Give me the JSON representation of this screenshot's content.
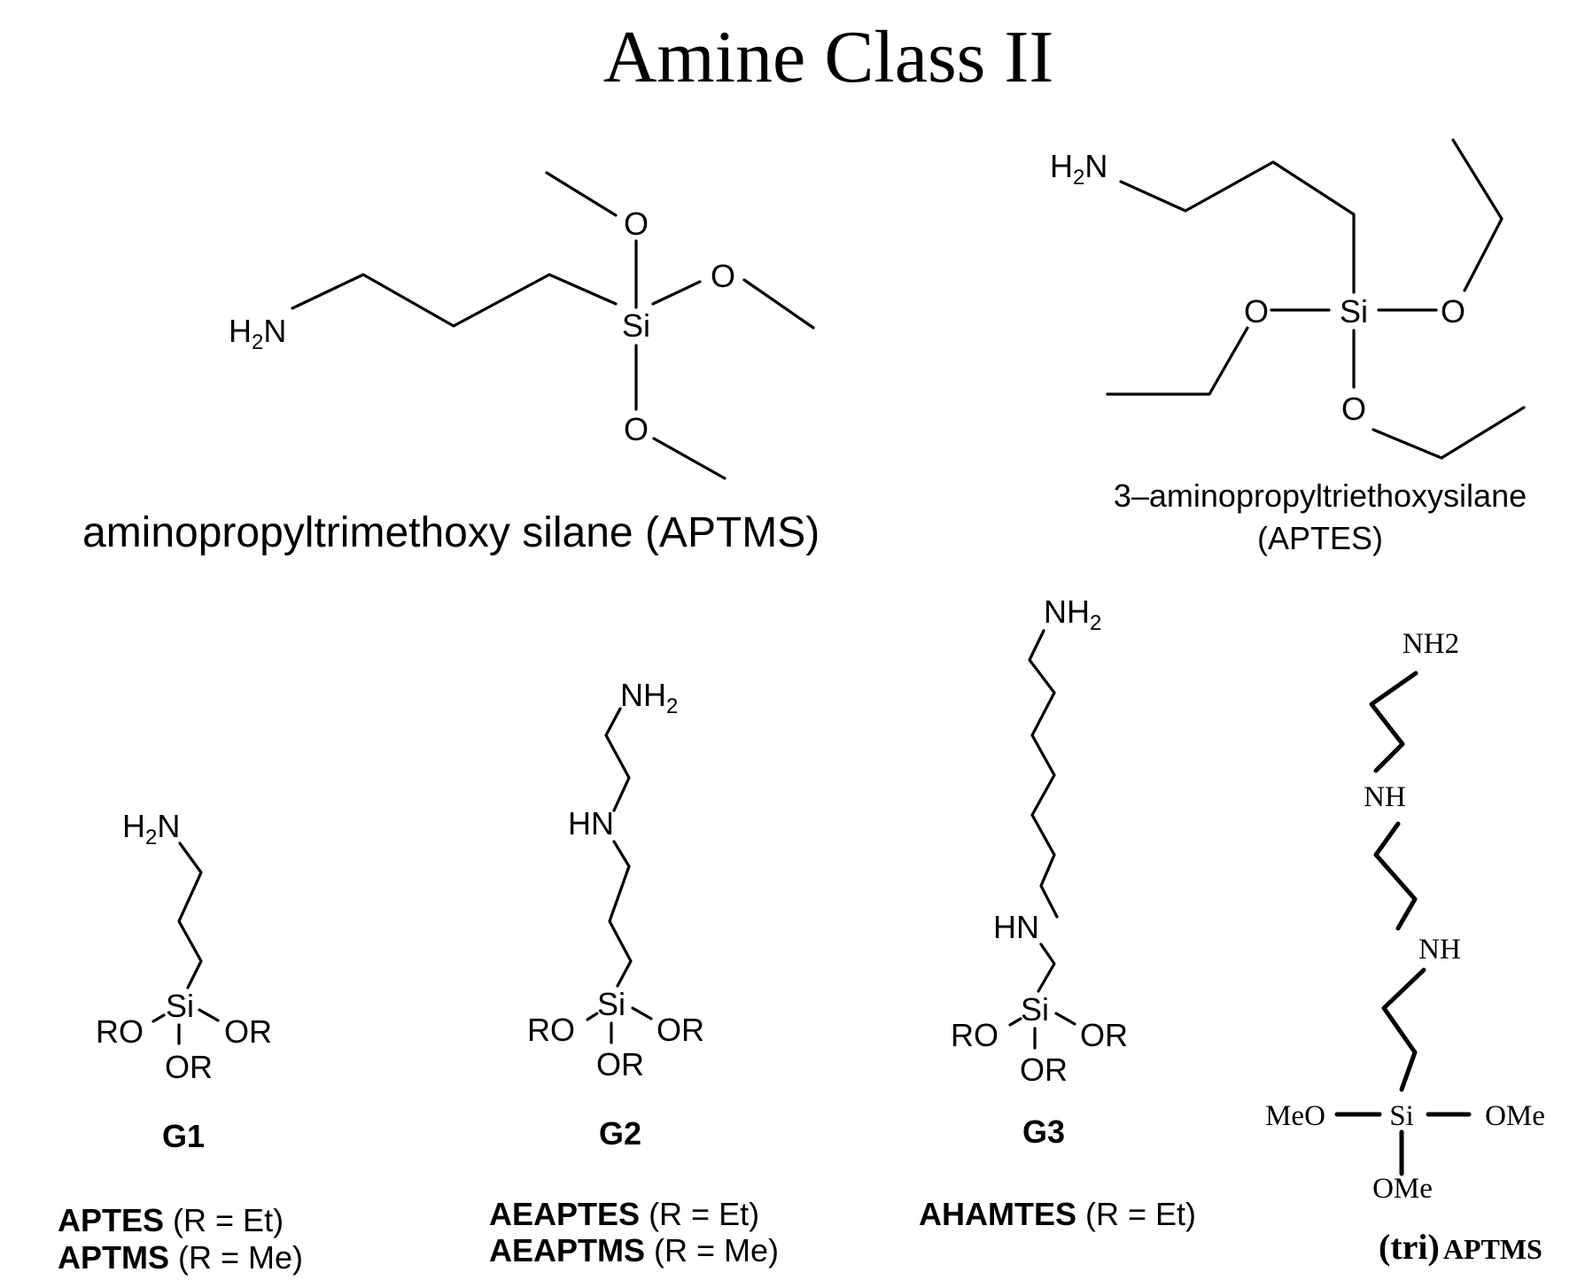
{
  "title": "Amine Class II",
  "atoms": {
    "h2n_h": "H",
    "h2n_sub": "2",
    "h2n_n": "N",
    "nh2_nh": "NH",
    "nh2_sub": "2",
    "hn": "HN",
    "si": "Si",
    "o": "O",
    "ro": "RO",
    "or": "OR",
    "nh2_text": "NH2",
    "nh": "NH",
    "meo": "MeO",
    "ome": "OMe"
  },
  "captions": {
    "aptms": "aminopropyltrimethoxy silane (APTMS)",
    "aptes_line1": "3–aminopropyltriethoxysilane",
    "aptes_line2": "(APTES)"
  },
  "generations": [
    {
      "label": "G1",
      "lines": [
        {
          "name": "APTES",
          "detail": "(R = Et)"
        },
        {
          "name": "APTMS",
          "detail": "(R = Me)"
        }
      ]
    },
    {
      "label": "G2",
      "lines": [
        {
          "name": "AEAPTES",
          "detail": "(R = Et)"
        },
        {
          "name": "AEAPTMS",
          "detail": "(R = Me)"
        }
      ]
    },
    {
      "label": "G3",
      "lines": [
        {
          "name": "AHAMTES",
          "detail": "(R = Et)"
        }
      ]
    }
  ],
  "tri": {
    "prefix": "(tri)",
    "name": "APTMS"
  }
}
